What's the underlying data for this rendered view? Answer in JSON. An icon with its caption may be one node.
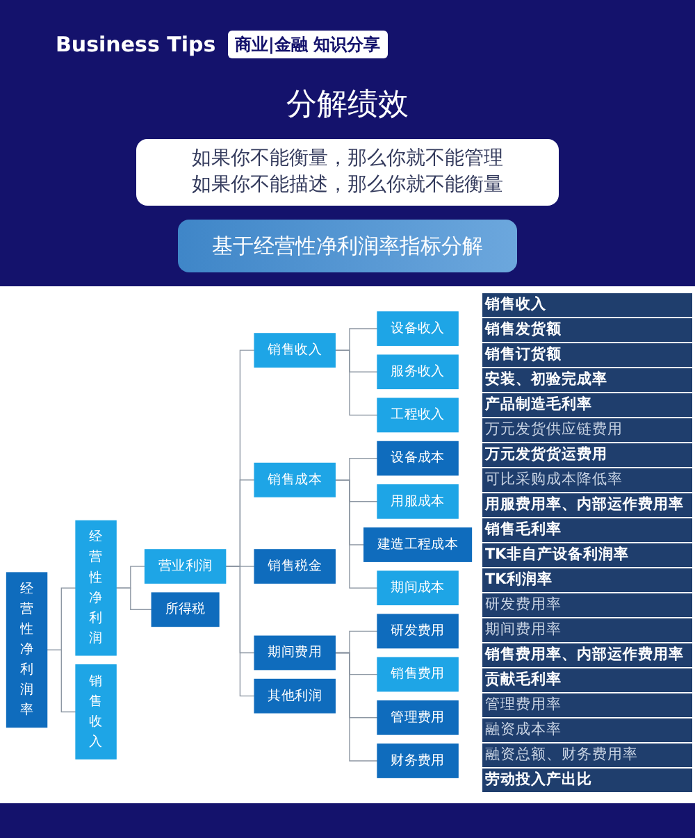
{
  "diagram": {
    "title": "分解绩效",
    "nodes": [
      {
        "text": [
          "经营性净利润率"
        ]
      },
      {
        "text": [
          "经营性净利润"
        ]
      },
      {
        "text": [
          "销售收入"
        ]
      },
      {
        "text": [
          "营业利润"
        ]
      },
      {
        "text": [
          "所得税"
        ]
      },
      {
        "text": [
          "销售收入"
        ]
      },
      {
        "text": [
          "销售成本"
        ]
      },
      {
        "text": [
          "销售税金"
        ]
      },
      {
        "text": [
          "期间费用"
        ]
      },
      {
        "text": [
          "其他利润"
        ]
      },
      {
        "text": [
          "设备收入"
        ]
      },
      {
        "text": [
          "服务收入"
        ]
      },
      {
        "text": [
          "工程收入"
        ]
      },
      {
        "text": [
          "设备成本"
        ]
      },
      {
        "text": [
          "用服成本"
        ]
      },
      {
        "text": [
          "建造工程成本"
        ]
      },
      {
        "text": [
          "期间成本"
        ]
      },
      {
        "text": [
          "研发费用"
        ]
      },
      {
        "text": [
          "销售费用"
        ]
      },
      {
        "text": [
          "管理费用"
        ]
      },
      {
        "text": [
          "财务费用"
        ]
      }
    ],
    "edges": [
      {
        "from": 0,
        "to": 1,
        "arrow": "none"
      },
      {
        "from": 0,
        "to": 2,
        "arrow": "none"
      },
      {
        "from": 1,
        "to": 3,
        "arrow": "none"
      },
      {
        "from": 1,
        "to": 4,
        "arrow": "none"
      },
      {
        "from": 3,
        "to": 5,
        "arrow": "none"
      },
      {
        "from": 3,
        "to": 6,
        "arrow": "none"
      },
      {
        "from": 3,
        "to": 7,
        "arrow": "none"
      },
      {
        "from": 3,
        "to": 8,
        "arrow": "none"
      },
      {
        "from": 3,
        "to": 9,
        "arrow": "none"
      },
      {
        "from": 5,
        "to": 10,
        "arrow": "none"
      },
      {
        "from": 5,
        "to": 11,
        "arrow": "none"
      },
      {
        "from": 5,
        "to": 12,
        "arrow": "none"
      },
      {
        "from": 6,
        "to": 13,
        "arrow": "none"
      },
      {
        "from": 6,
        "to": 14,
        "arrow": "none"
      },
      {
        "from": 6,
        "to": 15,
        "arrow": "none"
      },
      {
        "from": 6,
        "to": 16,
        "arrow": "none"
      },
      {
        "from": 8,
        "to": 17,
        "arrow": "none"
      },
      {
        "from": 8,
        "to": 18,
        "arrow": "none"
      },
      {
        "from": 8,
        "to": 19,
        "arrow": "none"
      },
      {
        "from": 8,
        "to": 20,
        "arrow": "none"
      }
    ],
    "labels": [
      "Business Tips",
      "商业|金融 知识分享",
      "如果你不能衡量，那么你就不能管理",
      "如果你不能描述，那么你就不能衡量",
      "基于经营性净利润率指标分解",
      "销售收入",
      "销售发货额",
      "销售订货额",
      "安装、初验完成率",
      "产品制造毛利率",
      "万元发货供应链费用",
      "万元发货货运费用",
      "可比采购成本降低率",
      "用服费用率、内部运作费用率",
      "销售毛利率",
      "TK非自产设备利润率",
      "TK利润率",
      "研发费用率",
      "期间费用率",
      "销售费用率、内部运作费用率",
      "贡献毛利率",
      "管理费用率",
      "融资成本率",
      "融资总额、财务费用率",
      "劳动投入产出比"
    ]
  }
}
